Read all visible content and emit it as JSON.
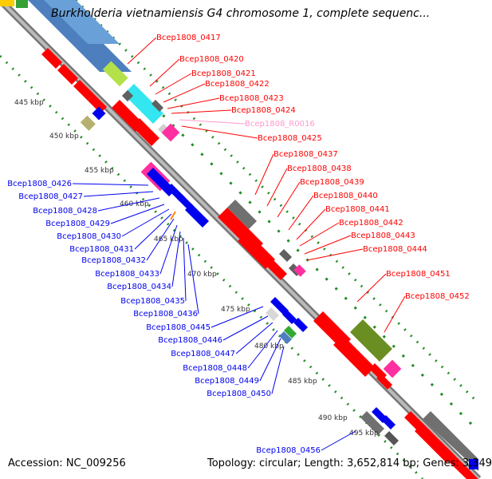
{
  "title": "Burkholderia vietnamiensis G4 chromosome 1, complete sequenc...",
  "footer": {
    "accession": "Accession: NC_009256",
    "topology": "Topology: circular; Length: 3,652,814 bp; Genes: 3,349"
  },
  "colors": {
    "forward": "#ff0000",
    "reverse": "#0000ee",
    "backbone": "#888888",
    "tick": "#228b22",
    "rna": "#ff99cc"
  },
  "kbp_ticks": [
    "445 kbp",
    "450 kbp",
    "455 kbp",
    "460 kbp",
    "465 kbp",
    "470 kbp",
    "475 kbp",
    "480 kbp",
    "485 kbp",
    "490 kbp",
    "495 kbp"
  ],
  "right_labels": [
    {
      "text": "Bcep1808_0417",
      "kind": "gene"
    },
    {
      "text": "Bcep1808_0420",
      "kind": "gene"
    },
    {
      "text": "Bcep1808_0421",
      "kind": "gene"
    },
    {
      "text": "Bcep1808_0422",
      "kind": "gene"
    },
    {
      "text": "Bcep1808_0423",
      "kind": "gene"
    },
    {
      "text": "Bcep1808_0424",
      "kind": "gene"
    },
    {
      "text": "Bcep1808_R0016",
      "kind": "rna"
    },
    {
      "text": "Bcep1808_0425",
      "kind": "gene"
    },
    {
      "text": "Bcep1808_0437",
      "kind": "gene"
    },
    {
      "text": "Bcep1808_0438",
      "kind": "gene"
    },
    {
      "text": "Bcep1808_0439",
      "kind": "gene"
    },
    {
      "text": "Bcep1808_0440",
      "kind": "gene"
    },
    {
      "text": "Bcep1808_0441",
      "kind": "gene"
    },
    {
      "text": "Bcep1808_0442",
      "kind": "gene"
    },
    {
      "text": "Bcep1808_0443",
      "kind": "gene"
    },
    {
      "text": "Bcep1808_0444",
      "kind": "gene"
    },
    {
      "text": "Bcep1808_0451",
      "kind": "gene"
    },
    {
      "text": "Bcep1808_0452",
      "kind": "gene"
    }
  ],
  "left_labels": [
    "Bcep1808_0426",
    "Bcep1808_0427",
    "Bcep1808_0428",
    "Bcep1808_0429",
    "Bcep1808_0430",
    "Bcep1808_0431",
    "Bcep1808_0432",
    "Bcep1808_0433",
    "Bcep1808_0434",
    "Bcep1808_0435",
    "Bcep1808_0436",
    "Bcep1808_0445",
    "Bcep1808_0446",
    "Bcep1808_0447",
    "Bcep1808_0448",
    "Bcep1808_0449",
    "Bcep1808_0450",
    "Bcep1808_0456"
  ]
}
